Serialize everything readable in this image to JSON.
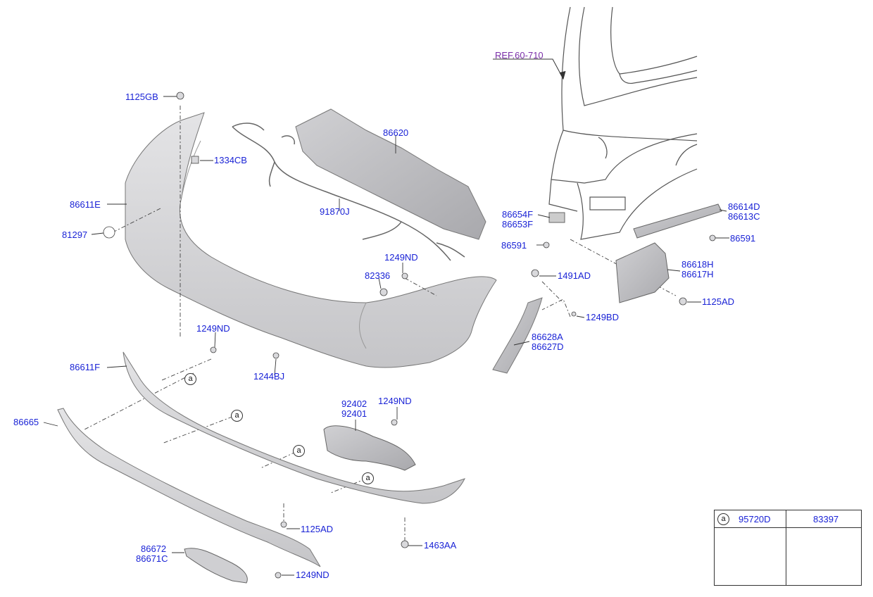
{
  "reference": {
    "label": "REF.60-710"
  },
  "labels": {
    "l_1125GB": "1125GB",
    "l_1334CB": "1334CB",
    "l_86620": "86620",
    "l_86611E": "86611E",
    "l_81297": "81297",
    "l_91870J": "91870J",
    "l_86654F": "86654F",
    "l_86653F": "86653F",
    "l_86614D": "86614D",
    "l_86613C": "86613C",
    "l_86591a": "86591",
    "l_86591b": "86591",
    "l_1249ND_a": "1249ND",
    "l_82336": "82336",
    "l_1491AD": "1491AD",
    "l_86618H": "86618H",
    "l_86617H": "86617H",
    "l_1125AD_a": "1125AD",
    "l_1249BD": "1249BD",
    "l_86628A": "86628A",
    "l_86627D": "86627D",
    "l_1249ND_b": "1249ND",
    "l_86611F": "86611F",
    "l_1244BJ": "1244BJ",
    "l_92402": "92402",
    "l_92401": "92401",
    "l_1249ND_c": "1249ND",
    "l_86665": "86665",
    "l_1125AD_b": "1125AD",
    "l_1463AA": "1463AA",
    "l_86672": "86672",
    "l_86671C": "86671C",
    "l_1249ND_d": "1249ND"
  },
  "callouts": {
    "symbol": "a"
  },
  "legend": {
    "marker": "a",
    "left_label": "95720D",
    "right_label": "83397"
  }
}
